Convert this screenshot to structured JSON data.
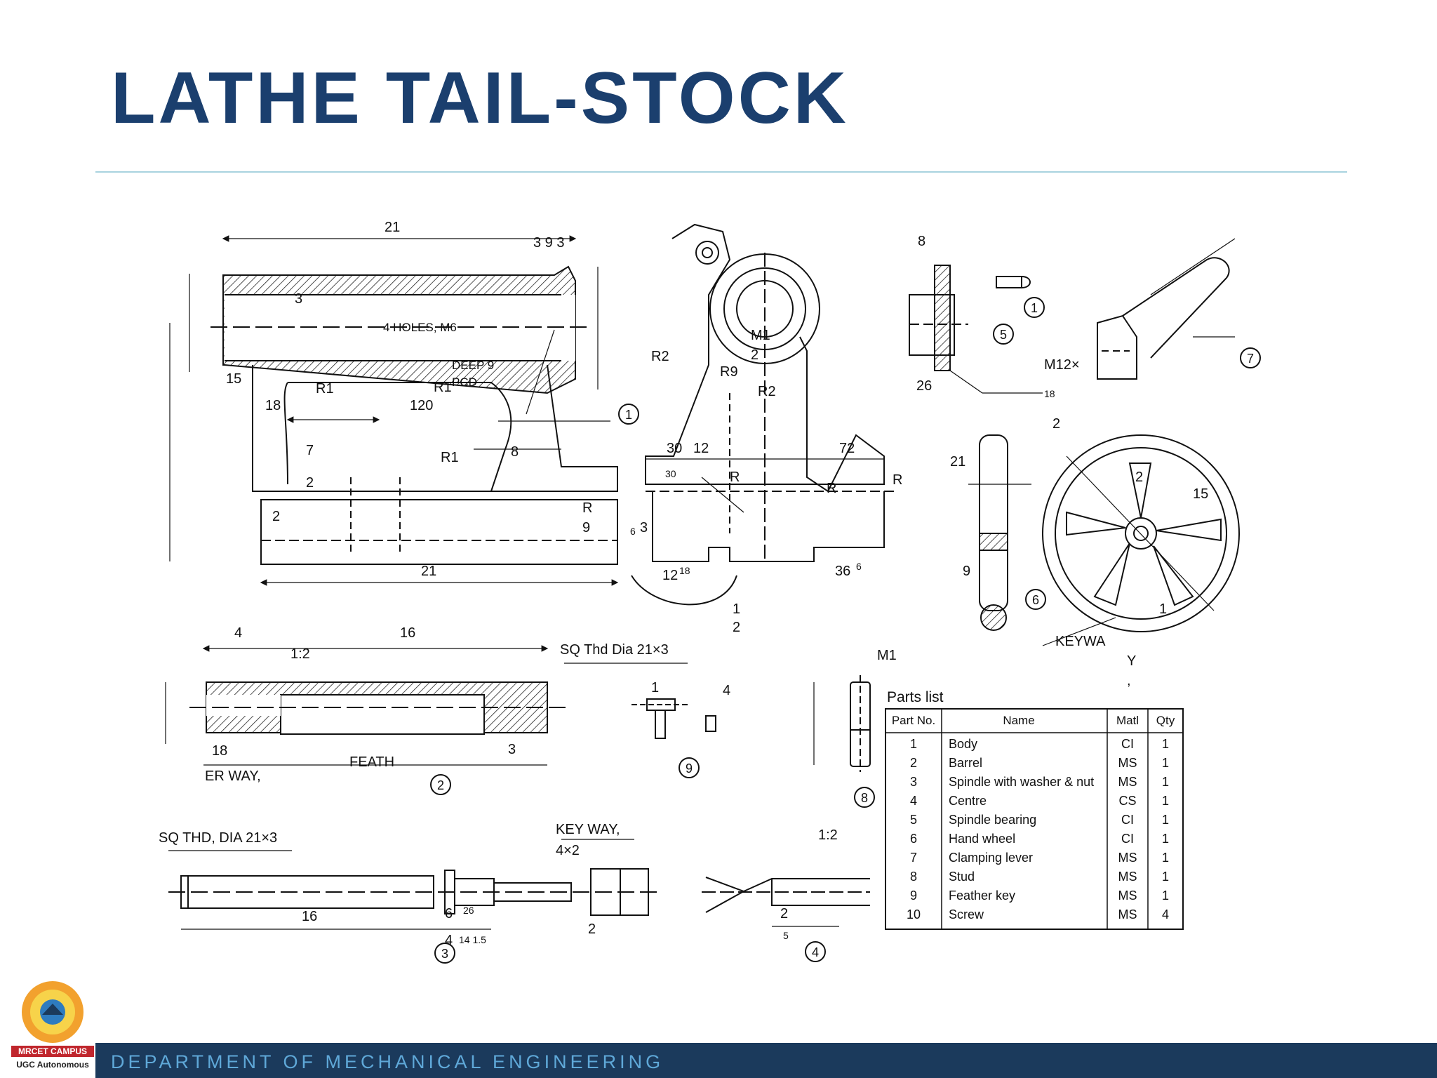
{
  "slide": {
    "title": "LATHE TAIL-STOCK",
    "footer": "DEPARTMENT OF MECHANICAL ENGINEERING"
  },
  "logo": {
    "name": "MRCET CAMPUS",
    "subtitle": "UGC Autonomous"
  },
  "drawing": {
    "part1": {
      "dims": [
        "21",
        "3 9 3",
        "3",
        "4 HOLES, M6",
        "DEEP 9",
        "PCD",
        "R1",
        "R1",
        "120",
        "15",
        "18",
        "7",
        "R1",
        "8",
        "2",
        "2",
        "R",
        "9",
        "21"
      ],
      "balloon": "1"
    },
    "part7_view": {
      "dims": [
        "30",
        "12",
        "72",
        "R",
        "R",
        "R",
        "30",
        "6",
        "3",
        "12",
        "18",
        "36",
        "6",
        "1",
        "2",
        "M1",
        "2",
        "R2",
        "R9",
        "R2"
      ]
    },
    "part5": {
      "dims": [
        "8",
        "26"
      ],
      "balloon": "5"
    },
    "part7": {
      "dims": [
        "M12×",
        "18",
        "2"
      ],
      "balloon": "7"
    },
    "part6": {
      "dims": [
        "21",
        "2",
        "15",
        "9",
        "1",
        "KEYWA",
        "Y",
        ","
      ],
      "balloon": "6"
    },
    "part2": {
      "dims": [
        "4",
        "16",
        "1:2",
        "SQ Thd Dia 21×3",
        "18",
        "3",
        "FEATH",
        "ER WAY,"
      ],
      "balloon": "2"
    },
    "part9": {
      "dims": [
        "1",
        "4"
      ],
      "balloon": "9"
    },
    "part8": {
      "dims": [
        "M1"
      ],
      "balloon": "8"
    },
    "part3": {
      "dims": [
        "SQ THD, DIA 21×3",
        "KEY WAY,",
        "4×2",
        "16",
        "6",
        "26",
        "4",
        "14 1.5",
        "2"
      ],
      "balloon": "3"
    },
    "part4": {
      "dims": [
        "1:2",
        "2",
        "5"
      ],
      "balloon": "4"
    }
  },
  "parts_list": {
    "title": "Parts list",
    "headers": [
      "Part No.",
      "Name",
      "Matl",
      "Qty"
    ],
    "rows": [
      [
        "1",
        "Body",
        "CI",
        "1"
      ],
      [
        "2",
        "Barrel",
        "MS",
        "1"
      ],
      [
        "3",
        "Spindle with washer & nut",
        "MS",
        "1"
      ],
      [
        "4",
        "Centre",
        "CS",
        "1"
      ],
      [
        "5",
        "Spindle bearing",
        "CI",
        "1"
      ],
      [
        "6",
        "Hand wheel",
        "CI",
        "1"
      ],
      [
        "7",
        "Clamping lever",
        "MS",
        "1"
      ],
      [
        "8",
        "Stud",
        "MS",
        "1"
      ],
      [
        "9",
        "Feather key",
        "MS",
        "1"
      ],
      [
        "10",
        "Screw",
        "MS",
        "4"
      ]
    ]
  }
}
